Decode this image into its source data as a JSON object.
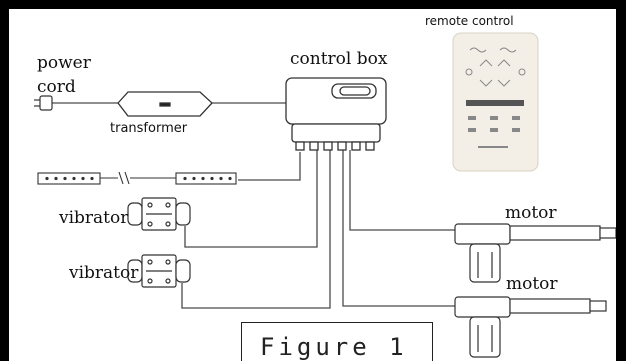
{
  "labels": {
    "power_cord": "power\ncord",
    "transformer": "transformer",
    "control_box": "control box",
    "remote_control": "remote control",
    "vibrator_1": "vibrator",
    "vibrator_2": "vibrator",
    "motor_1": "motor",
    "motor_2": "motor"
  },
  "caption": "Figure 1",
  "colors": {
    "line": "#4a4a4a",
    "remote_body": "#f3efe6",
    "background": "#ffffff",
    "frame": "#000000"
  }
}
